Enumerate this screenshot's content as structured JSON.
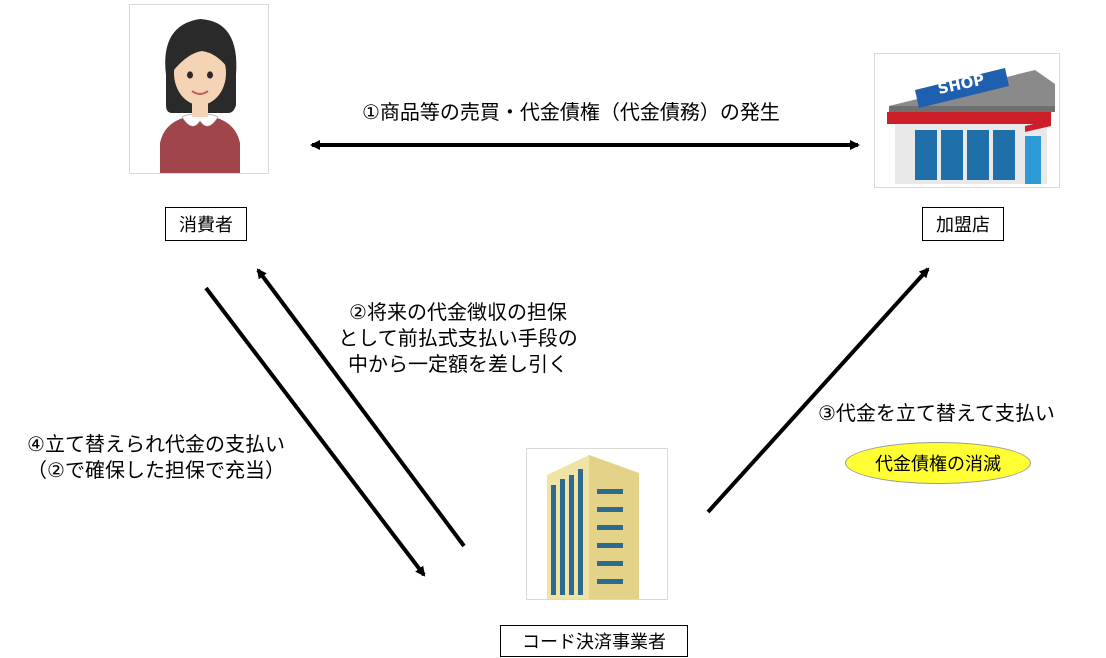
{
  "actors": {
    "consumer": {
      "label": "消費者",
      "icon": "woman-icon"
    },
    "merchant": {
      "label": "加盟店",
      "icon": "shop-icon",
      "sign_text": "SHOP"
    },
    "provider": {
      "label": "コード決済事業者",
      "icon": "office-building-icon"
    }
  },
  "flows": {
    "step1": "①商品等の売買・代金債権（代金債務）の発生",
    "step2": [
      "②将来の代金徴収の担保",
      "として前払式支払い手段の",
      "中から一定額を差し引く"
    ],
    "step3": "③代金を立て替えて支払い",
    "step4": [
      "④立て替えられ代金の支払い",
      "（②で確保した担保で充当）"
    ]
  },
  "callout": {
    "label": "代金債権の消滅",
    "color": "#ffff33"
  },
  "colors": {
    "arrow": "#000000",
    "dress": "#a0454a",
    "skin": "#f5d3b5",
    "hair": "#2a2a2a",
    "shop_roof": "#8a8a8a",
    "shop_awning": "#cc1f2a",
    "shop_sign": "#1f5fb0",
    "building_wall": "#efe3a5",
    "building_window": "#2d6a8f"
  }
}
